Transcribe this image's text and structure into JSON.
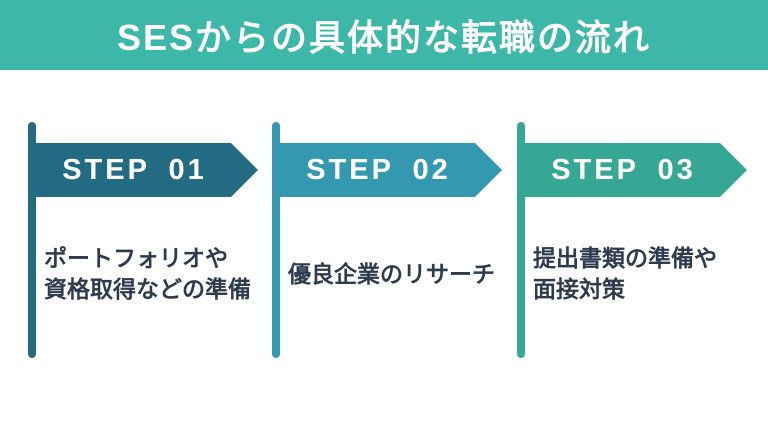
{
  "header": {
    "title": "SESからの具体的な転職の流れ",
    "bg_color": "#3CB7A8",
    "text_color": "#FFFFFF"
  },
  "description_text_color": "#2E3B4E",
  "steps": [
    {
      "label": "STEP 01",
      "color": "#236A83",
      "lines": [
        "ポートフォリオや",
        "資格取得などの準備"
      ]
    },
    {
      "label": "STEP 02",
      "color": "#3598B1",
      "lines": [
        "優良企業のリサーチ"
      ]
    },
    {
      "label": "STEP 03",
      "color": "#37A795",
      "lines": [
        "提出書類の準備や",
        "面接対策"
      ]
    }
  ]
}
